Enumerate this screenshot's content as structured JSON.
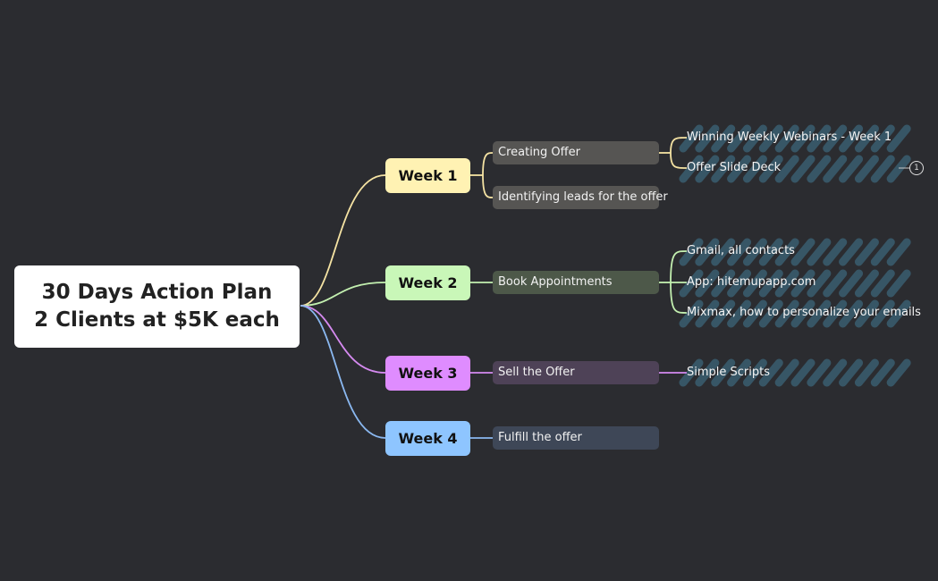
{
  "root": {
    "line1": "30 Days Action Plan",
    "line2": "2 Clients at $5K each"
  },
  "weeks": [
    {
      "label": "Week 1",
      "color": "#fff2b3",
      "line": "#f5e3a3",
      "tasks": [
        {
          "label": "Creating Offer",
          "bg": "#565553",
          "leaves": [
            "Winning Weekly Webinars - Week 1",
            "Offer Slide Deck"
          ]
        },
        {
          "label": "Identifying leads for the offer",
          "bg": "#565553",
          "leaves": []
        }
      ]
    },
    {
      "label": "Week 2",
      "color": "#c9f7b8",
      "line": "#c3f0b0",
      "tasks": [
        {
          "label": "Book Appointments",
          "bg": "#4d5849",
          "leaves": [
            "Gmail, all contacts",
            "App: hitemupapp.com",
            "Mixmax, how to personalize your emails"
          ]
        }
      ]
    },
    {
      "label": "Week 3",
      "color": "#df8cff",
      "line": "#d58af0",
      "tasks": [
        {
          "label": "Sell the Offer",
          "bg": "#4e4257",
          "leaves": [
            "Simple Scripts"
          ]
        }
      ]
    },
    {
      "label": "Week 4",
      "color": "#8ec5ff",
      "line": "#8ab8f0",
      "tasks": [
        {
          "label": "Fulfill the offer",
          "bg": "#3e4757",
          "leaves": []
        }
      ]
    }
  ],
  "offer_slide_deck_count": "1",
  "marker_color": "#375666"
}
